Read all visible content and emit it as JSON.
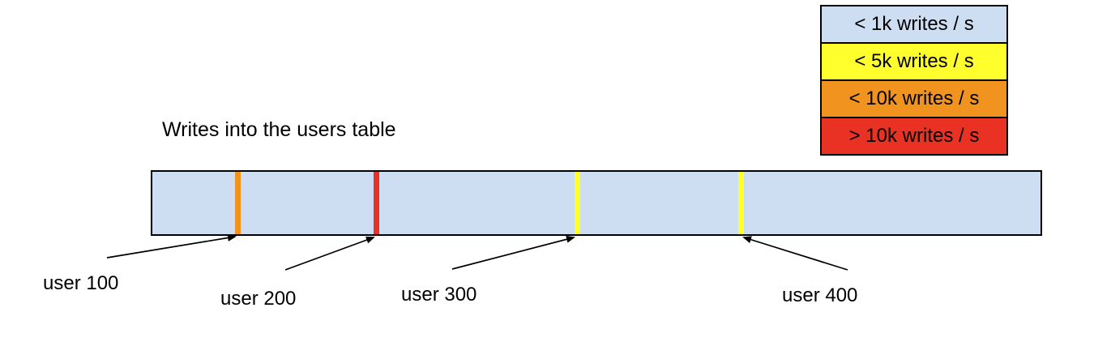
{
  "title": "Writes into the users table",
  "legend": {
    "items": [
      {
        "label": "< 1k writes / s",
        "color": "#cdddf2"
      },
      {
        "label": "< 5k writes / s",
        "color": "#ffff2e"
      },
      {
        "label": "< 10k writes / s",
        "color": "#f0941f"
      },
      {
        "label": "> 10k writes / s",
        "color": "#e93223"
      }
    ]
  },
  "bar": {
    "fill": "#cdddf2",
    "border_color": "#000000"
  },
  "users": [
    {
      "label": "user 100",
      "stripe_color": "#f0941f",
      "write_rate": "< 10k writes / s"
    },
    {
      "label": "user 200",
      "stripe_color": "#e93223",
      "write_rate": "> 10k writes / s"
    },
    {
      "label": "user 300",
      "stripe_color": "#ffff2e",
      "write_rate": "< 5k writes / s"
    },
    {
      "label": "user 400",
      "stripe_color": "#ffff2e",
      "write_rate": "< 5k writes / s"
    }
  ]
}
